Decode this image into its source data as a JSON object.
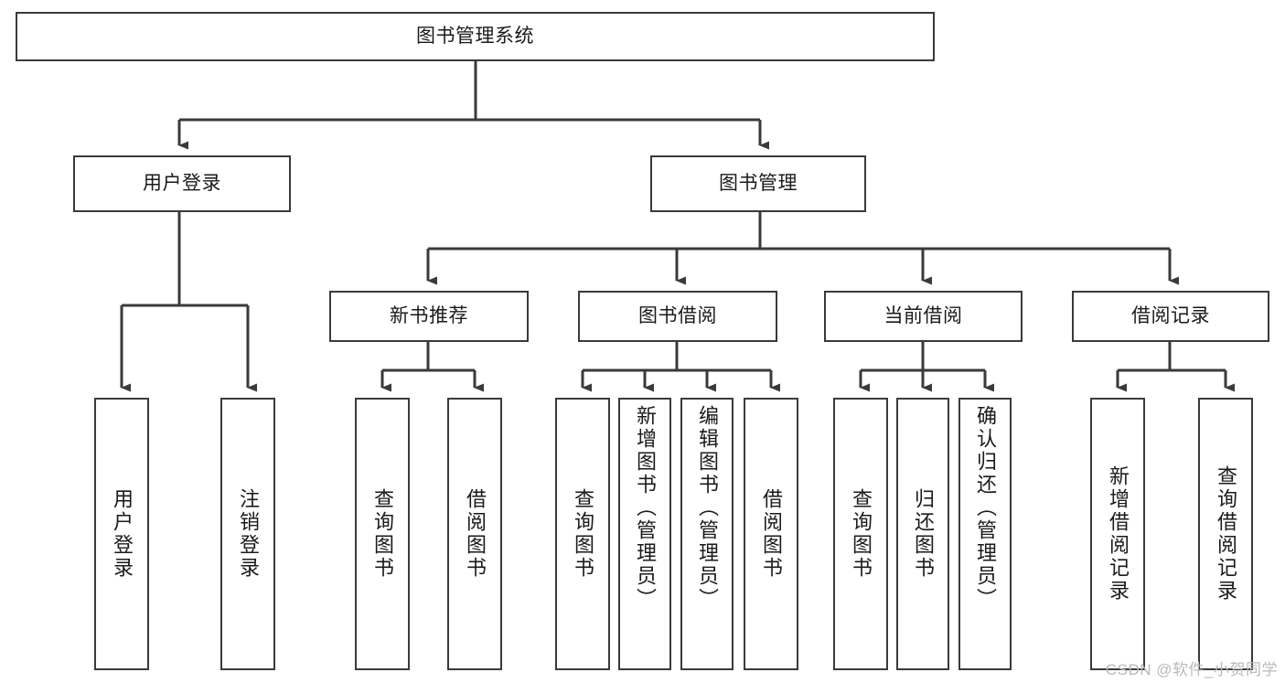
{
  "diagram": {
    "title": "图书管理系统",
    "type": "tree-hierarchy-diagram",
    "root": {
      "id": "root",
      "label": "图书管理系统"
    },
    "level2": [
      {
        "id": "user-login",
        "label": "用户登录"
      },
      {
        "id": "book-management",
        "label": "图书管理"
      }
    ],
    "level3": [
      {
        "id": "new-book-recommend",
        "label": "新书推荐"
      },
      {
        "id": "book-borrow",
        "label": "图书借阅"
      },
      {
        "id": "current-borrow",
        "label": "当前借阅"
      },
      {
        "id": "borrow-record",
        "label": "借阅记录"
      }
    ],
    "leaves": [
      {
        "id": "leaf-user-login",
        "label": "用户登录"
      },
      {
        "id": "leaf-logout-login",
        "label": "注销登录"
      },
      {
        "id": "leaf-query-book-1",
        "label": "查询图书"
      },
      {
        "id": "leaf-borrow-book-1",
        "label": "借阅图书"
      },
      {
        "id": "leaf-query-book-2",
        "label": "查询图书"
      },
      {
        "id": "leaf-add-book-admin",
        "label": "新增图书（管理员）"
      },
      {
        "id": "leaf-edit-book-admin",
        "label": "编辑图书（管理员）"
      },
      {
        "id": "leaf-borrow-book-2",
        "label": "借阅图书"
      },
      {
        "id": "leaf-query-book-3",
        "label": "查询图书"
      },
      {
        "id": "leaf-return-book",
        "label": "归还图书"
      },
      {
        "id": "leaf-confirm-return-admin",
        "label": "确认归还（管理员）"
      },
      {
        "id": "leaf-add-borrow-record",
        "label": "新增借阅记录"
      },
      {
        "id": "leaf-query-borrow-record",
        "label": "查询借阅记录"
      }
    ]
  },
  "watermark": {
    "text": "CSDN @软件_小贺同学"
  },
  "colors": {
    "stroke": "#3a3a3a",
    "text": "#1a1a1a",
    "background": "#ffffff",
    "watermark": "#b9b9b9"
  }
}
